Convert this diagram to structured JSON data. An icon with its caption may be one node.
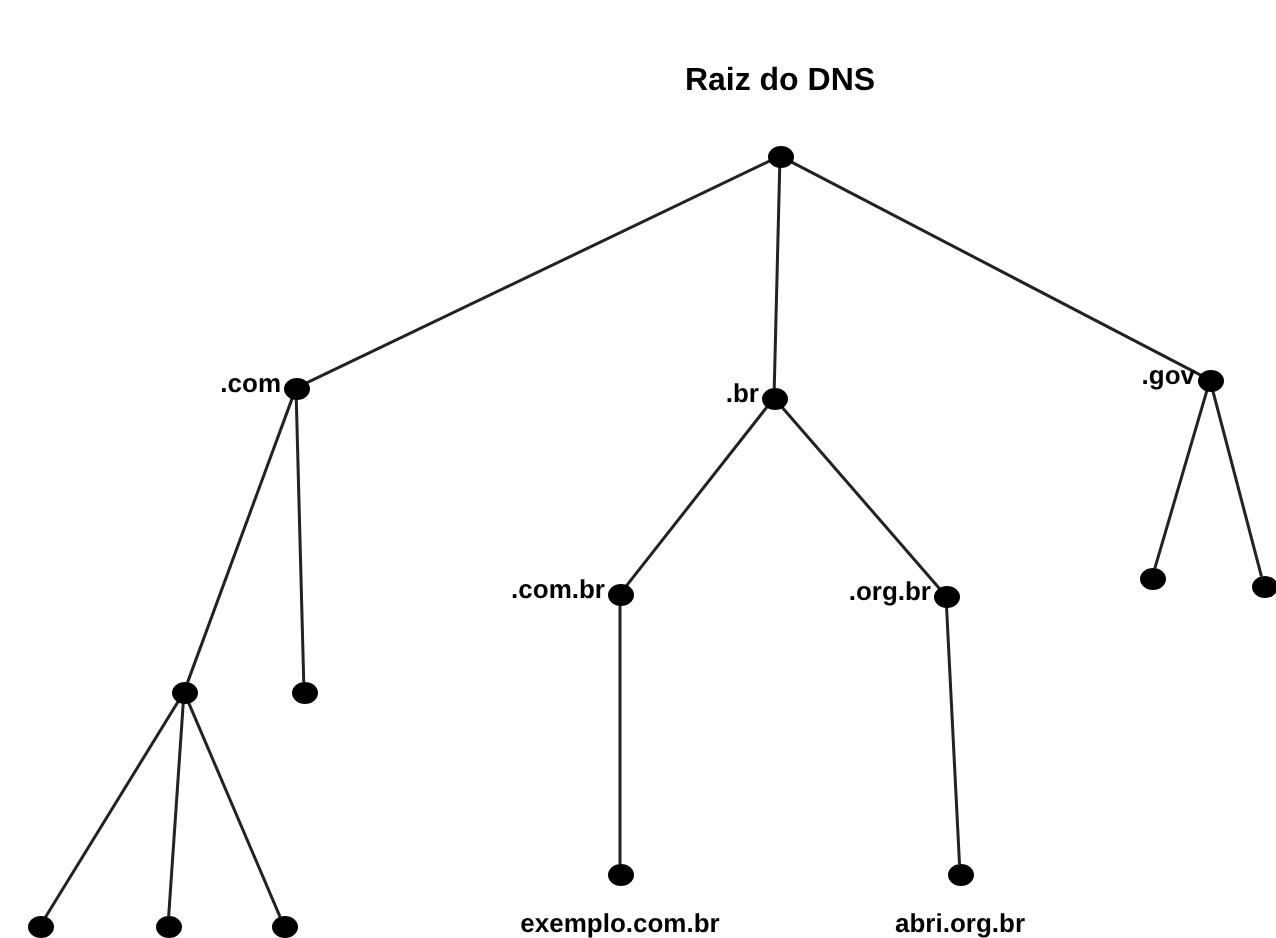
{
  "diagram": {
    "nodes": [
      {
        "text": [
          "Raiz do DNS"
        ]
      },
      {
        "text": [
          ".com"
        ]
      },
      {
        "text": [
          ".br"
        ]
      },
      {
        "text": [
          ".gov"
        ]
      },
      {
        "text": [],
        "shape": "circle"
      },
      {
        "text": [],
        "shape": "circle"
      },
      {
        "text": [],
        "shape": "circle"
      },
      {
        "text": [],
        "shape": "circle"
      },
      {
        "text": [],
        "shape": "circle"
      },
      {
        "text": [
          ".com.br"
        ]
      },
      {
        "text": [
          ".org.br"
        ]
      },
      {
        "text": [
          "exemplo.com.br"
        ]
      },
      {
        "text": [
          "abri.org.br"
        ]
      },
      {
        "text": [],
        "shape": "circle"
      },
      {
        "text": [],
        "shape": "circle"
      }
    ],
    "edges": [
      {
        "from": 0,
        "to": 1,
        "arrow": "none"
      },
      {
        "from": 0,
        "to": 2,
        "arrow": "none"
      },
      {
        "from": 0,
        "to": 3,
        "arrow": "none"
      },
      {
        "from": 1,
        "to": 4,
        "arrow": "none"
      },
      {
        "from": 1,
        "to": 5,
        "arrow": "none"
      },
      {
        "from": 4,
        "to": 6,
        "arrow": "none"
      },
      {
        "from": 4,
        "to": 7,
        "arrow": "none"
      },
      {
        "from": 4,
        "to": 8,
        "arrow": "none"
      },
      {
        "from": 2,
        "to": 9,
        "arrow": "none"
      },
      {
        "from": 2,
        "to": 10,
        "arrow": "none"
      },
      {
        "from": 9,
        "to": 11,
        "arrow": "none"
      },
      {
        "from": 10,
        "to": 12,
        "arrow": "none"
      },
      {
        "from": 3,
        "to": 13,
        "arrow": "none"
      },
      {
        "from": 3,
        "to": 14,
        "arrow": "none"
      }
    ]
  }
}
